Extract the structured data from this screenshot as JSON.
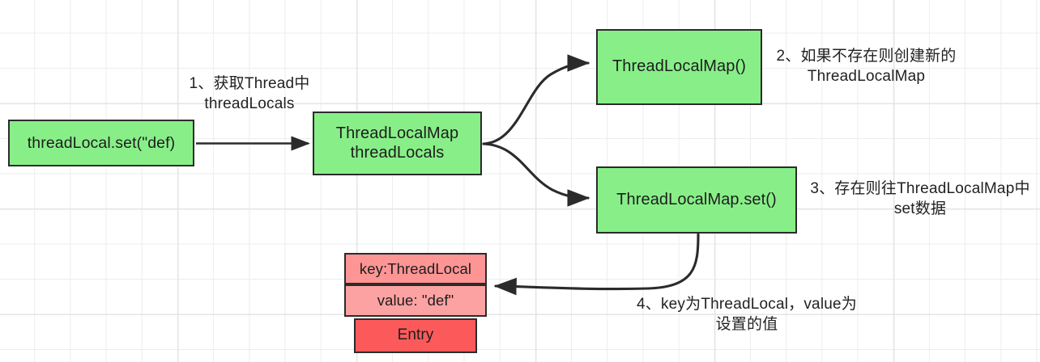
{
  "diagram": {
    "title": "ThreadLocal set flow",
    "background": {
      "grid": true,
      "grid_color": "#ededed",
      "page_color": "#ffffff"
    },
    "colors": {
      "node_green": "#88ef88",
      "node_pink_dark": "#fd9595",
      "node_pink_light": "#fda2a2",
      "node_red": "#fc5a5a",
      "stroke": "#2b2b2b",
      "text": "#1d1d1d"
    },
    "nodes": [
      {
        "id": "set-call",
        "label": "threadLocal.set(\"def)",
        "color": "green"
      },
      {
        "id": "threadlocals",
        "label": "ThreadLocalMap\nthreadLocals",
        "color": "green"
      },
      {
        "id": "tlm-new",
        "label": "ThreadLocalMap()",
        "color": "green"
      },
      {
        "id": "tlm-set",
        "label": "ThreadLocalMap.set()",
        "color": "green"
      },
      {
        "id": "entry-key",
        "label": "key:ThreadLocal",
        "color": "pink-dark"
      },
      {
        "id": "entry-value",
        "label": "value: \"def\"",
        "color": "pink-light"
      },
      {
        "id": "entry-name",
        "label": "Entry",
        "color": "red"
      }
    ],
    "annotations": [
      {
        "id": "step1",
        "text": "1、获取Thread中\nthreadLocals"
      },
      {
        "id": "step2",
        "text": "2、如果不存在则创建新的\nThreadLocalMap"
      },
      {
        "id": "step3",
        "text": "3、存在则往ThreadLocalMap中\nset数据"
      },
      {
        "id": "step4",
        "text": "4、key为ThreadLocal，value为\n设置的值"
      }
    ],
    "edges": [
      {
        "id": "edge-setcall-to-threadlocals",
        "from": "set-call",
        "to": "threadlocals",
        "style": "straight",
        "arrow": "end"
      },
      {
        "id": "edge-threadlocals-to-new",
        "from": "threadlocals",
        "to": "tlm-new",
        "style": "curve",
        "arrow": "end"
      },
      {
        "id": "edge-threadlocals-to-set",
        "from": "threadlocals",
        "to": "tlm-set",
        "style": "curve",
        "arrow": "end"
      },
      {
        "id": "edge-set-to-entry",
        "from": "tlm-set",
        "to": "entry-value",
        "style": "curve",
        "arrow": "end"
      }
    ]
  }
}
